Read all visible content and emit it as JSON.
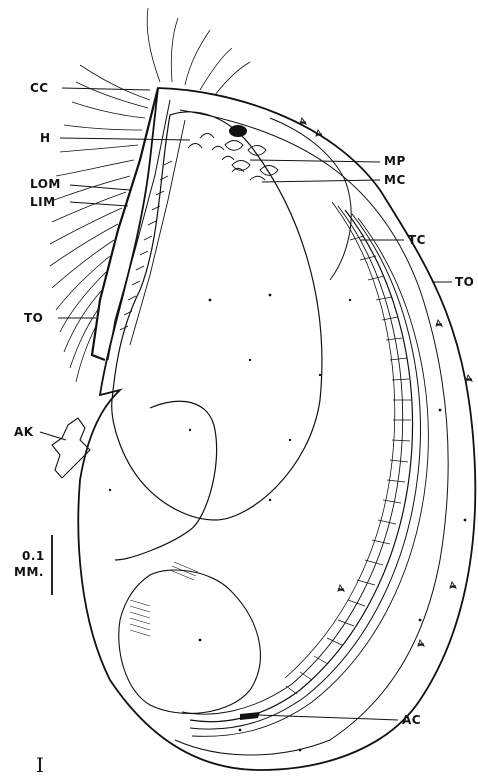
{
  "figure_number": "I",
  "scale_bar": {
    "value": "0.1",
    "unit": "MM."
  },
  "labels": {
    "cc": "CC",
    "h": "H",
    "lom": "LOM",
    "lim": "LIM",
    "to_left": "TO",
    "ak": "AK",
    "mp": "MP",
    "mc": "MC",
    "tc": "TC",
    "to_right": "TO",
    "ac": "AC"
  },
  "colors": {
    "ink": "#111111",
    "paper": "#ffffff"
  }
}
